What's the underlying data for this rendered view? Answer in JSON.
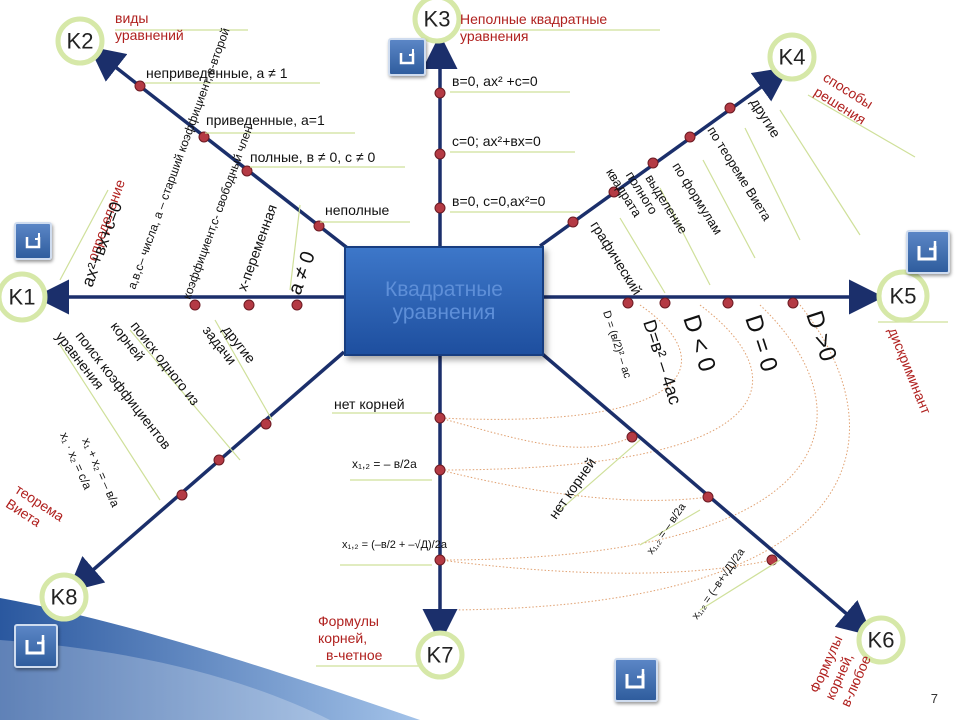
{
  "center": {
    "title": "Квадратные\nуравнения"
  },
  "page_number": "7",
  "nodes": {
    "k1": {
      "label": "K1",
      "caption": "определение"
    },
    "k2": {
      "label": "K2",
      "caption": "виды\nуравнений"
    },
    "k3": {
      "label": "K3",
      "caption": "Неполные квадратные\nуравнения"
    },
    "k4": {
      "label": "K4",
      "caption": "способы\nрешения"
    },
    "k5": {
      "label": "K5",
      "caption": "дискриминант"
    },
    "k6": {
      "label": "K6",
      "caption": "Формулы\nкорней,\nв-любое"
    },
    "k7": {
      "label": "K7",
      "caption": "Формулы\nкорней,\nв-четное"
    },
    "k8": {
      "label": "K8",
      "caption": "теорема\nВиета"
    }
  },
  "branch_k1": {
    "items": [
      "ax²+вх+с=0",
      "а,в,с– числа, а – старший коэффициент, в-второй",
      "коэффициент,с- свободный член",
      "х-переменная",
      "а ≠ 0"
    ]
  },
  "branch_k2": {
    "items": [
      "неприведенные, а ≠ 1",
      "приведенные, а=1",
      "полные, в ≠ 0, с ≠ 0",
      "неполные"
    ]
  },
  "branch_k3": {
    "items": [
      "в=0, ах² +с=0",
      "с=0; ах²+вх=0",
      "в=0, с=0,ах²=0"
    ]
  },
  "branch_k4": {
    "items": [
      "другие",
      "по теореме Виета",
      "по формулам",
      "выделение\nполного\nквадрата",
      "графический"
    ]
  },
  "branch_k5": {
    "items": [
      "D=в² – 4ас",
      "D < 0",
      "D = 0",
      "D >0"
    ],
    "formula": "D = (в/2)² – ас"
  },
  "branch_k6": {
    "items": [
      "нет корней",
      "x₁,₂ = – в/2а",
      "x₁,₂ = (–в+√Д)/2а"
    ]
  },
  "branch_k7": {
    "items": [
      "нет корней",
      "x₁,₂ = – в/2а",
      "x₁,₂ = (–в/2 + –√Д)/2а"
    ]
  },
  "branch_k8": {
    "items": [
      "другие\nзадачи",
      "поиск одного из\nкорней",
      "поиск коэффициентов\nуравнения"
    ],
    "formula": [
      "x₁ + x₂ = – в/а",
      "x₁ · x₂ = с/а"
    ]
  },
  "colors": {
    "axis": "#1b2f6b",
    "node": "#b43a44",
    "circle_border": "#d6e8a8",
    "caption_red": "#b0211f",
    "center_fill": "#2a5fb4"
  }
}
